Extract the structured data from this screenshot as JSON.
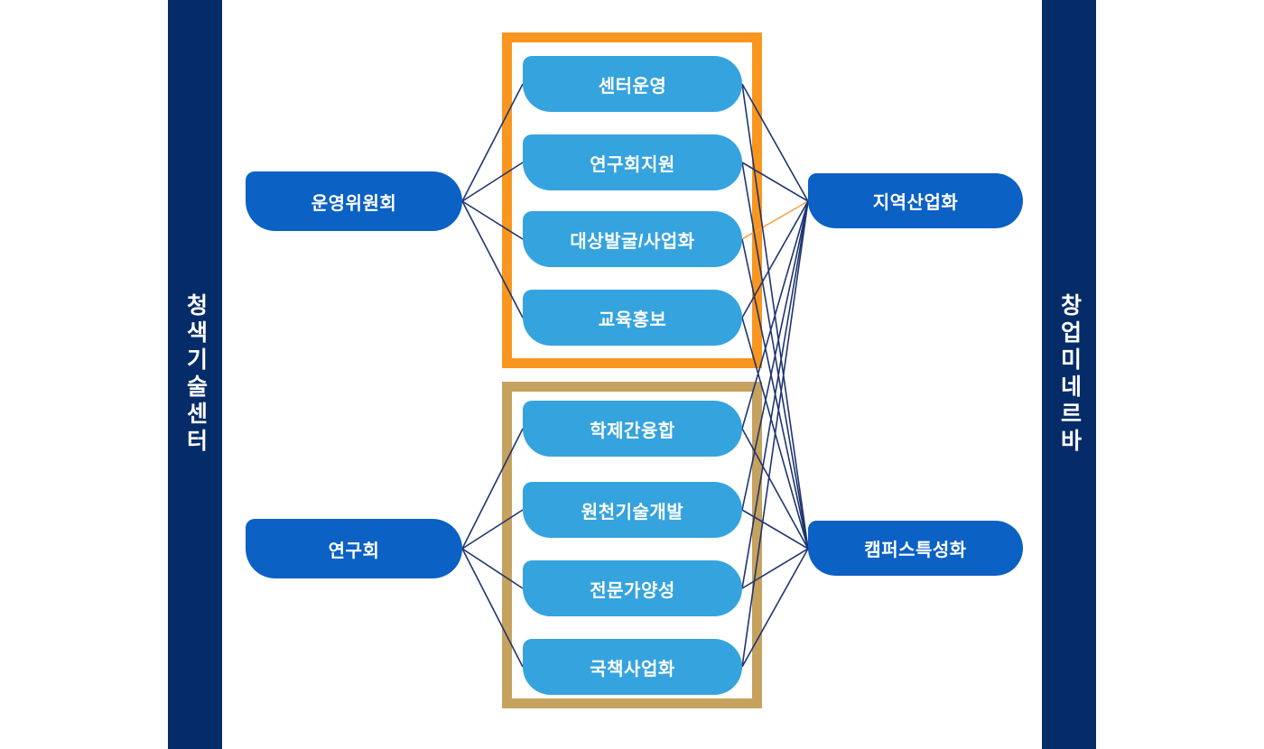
{
  "diagram": {
    "left_band_label": "청색기술센터",
    "right_band_label": "창업미네르바"
  },
  "nodes": {
    "op_committee": "운영위원회",
    "research_group": "연구회",
    "top_group": [
      "센터운영",
      "연구회지원",
      "대상발굴/사업화",
      "교육홍보"
    ],
    "bottom_group": [
      "학제간융합",
      "원천기술개발",
      "전문가양성",
      "국책사업화"
    ],
    "regional": "지역산업화",
    "campus": "캠퍼스특성화"
  },
  "colors": {
    "band_navy": "#052c69",
    "primary_blue": "#0b61c4",
    "light_blue": "#35a3de",
    "top_frame_orange": "#f8961f",
    "bottom_frame_tan": "#c6a25f",
    "line_navy": "#1f356f",
    "line_orange": "#f9a14d"
  },
  "connections": [
    {
      "from": "op",
      "to": "t1",
      "color": "navy"
    },
    {
      "from": "op",
      "to": "t2",
      "color": "navy"
    },
    {
      "from": "op",
      "to": "t3",
      "color": "navy"
    },
    {
      "from": "op",
      "to": "t4",
      "color": "navy"
    },
    {
      "from": "rg",
      "to": "b1",
      "color": "navy"
    },
    {
      "from": "rg",
      "to": "b2",
      "color": "navy"
    },
    {
      "from": "rg",
      "to": "b3",
      "color": "navy"
    },
    {
      "from": "rg",
      "to": "b4",
      "color": "navy"
    },
    {
      "from": "t1",
      "to": "rt",
      "color": "navy"
    },
    {
      "from": "t2",
      "to": "rt",
      "color": "navy"
    },
    {
      "from": "t3",
      "to": "rt",
      "color": "orange"
    },
    {
      "from": "t4",
      "to": "rt",
      "color": "navy"
    },
    {
      "from": "b1",
      "to": "rt",
      "color": "navy"
    },
    {
      "from": "b2",
      "to": "rt",
      "color": "navy"
    },
    {
      "from": "b3",
      "to": "rt",
      "color": "navy"
    },
    {
      "from": "b4",
      "to": "rt",
      "color": "navy"
    },
    {
      "from": "t1",
      "to": "rb",
      "color": "navy"
    },
    {
      "from": "t2",
      "to": "rb",
      "color": "navy"
    },
    {
      "from": "t3",
      "to": "rb",
      "color": "navy"
    },
    {
      "from": "t4",
      "to": "rb",
      "color": "navy"
    },
    {
      "from": "b1",
      "to": "rb",
      "color": "navy"
    },
    {
      "from": "b2",
      "to": "rb",
      "color": "navy"
    },
    {
      "from": "b3",
      "to": "rb",
      "color": "navy"
    },
    {
      "from": "b4",
      "to": "rb",
      "color": "navy"
    }
  ]
}
